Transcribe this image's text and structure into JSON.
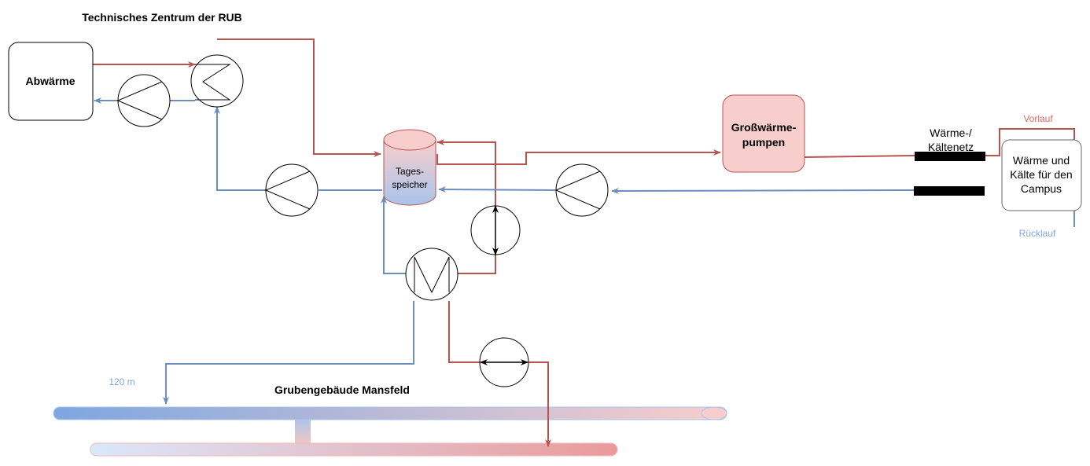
{
  "labels": {
    "title_top": "Technisches Zentrum der RUB",
    "abwaerme": "Abwärme",
    "grosswaerme_line1": "Großwärme-",
    "grosswaerme_line2": "pumpen",
    "speicher_line1": "Tages-",
    "speicher_line2": "speicher",
    "netz_line1": "Wärme-/",
    "netz_line2": "Kältenetz",
    "campus_line1": "Wärme und",
    "campus_line2": "Kälte für den",
    "campus_line3": "Campus",
    "vorlauf": "Vorlauf",
    "ruecklauf": "Rücklauf",
    "depth": "120 m",
    "mine_title": "Grubengebäude Mansfeld"
  },
  "colors": {
    "hot": "#b85450",
    "cold": "#6c8ebf",
    "hot_text": "#e06666",
    "cold_text": "#7ea6e0",
    "hp_fill": "#f8cecc",
    "netz_bar": "#000000"
  }
}
